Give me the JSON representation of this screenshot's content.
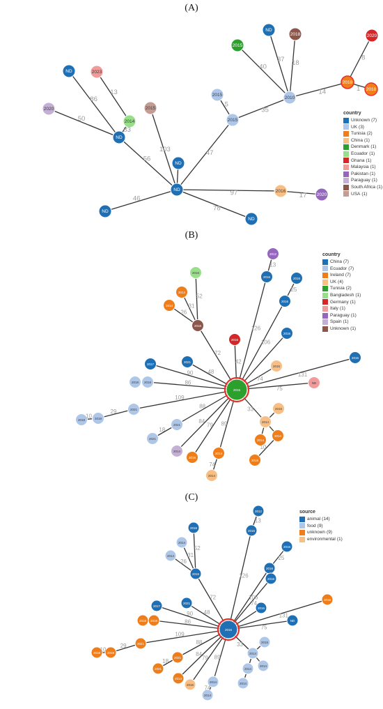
{
  "panels": [
    {
      "id": "A",
      "label": "(A)",
      "legend": {
        "title": "country",
        "items": [
          {
            "name": "Unknown",
            "count": "(7)",
            "color": "#1f6fb4"
          },
          {
            "name": "UK",
            "count": "(3)",
            "color": "#aec7e8"
          },
          {
            "name": "Tunisia",
            "count": "(2)",
            "color": "#ee7d1a"
          },
          {
            "name": "China",
            "count": "(1)",
            "color": "#f7bf85"
          },
          {
            "name": "Denmark",
            "count": "(1)",
            "color": "#2ca02c"
          },
          {
            "name": "Ecuador",
            "count": "(1)",
            "color": "#98df8a"
          },
          {
            "name": "Ghana",
            "count": "(1)",
            "color": "#d62728"
          },
          {
            "name": "Malaysia",
            "count": "(1)",
            "color": "#f29a9a"
          },
          {
            "name": "Pakistan",
            "count": "(1)",
            "color": "#9467bd"
          },
          {
            "name": "Paraguay",
            "count": "(1)",
            "color": "#c5b0d5"
          },
          {
            "name": "South Africa",
            "count": "(1)",
            "color": "#8c564b"
          },
          {
            "name": "USA",
            "count": "(1)",
            "color": "#c49c94"
          }
        ]
      },
      "nodes": [
        {
          "id": "a1",
          "label": "ND",
          "color": "#1f6fb4"
        },
        {
          "id": "a2",
          "label": "ND",
          "color": "#1f6fb4"
        },
        {
          "id": "a3",
          "label": "2014",
          "color": "#98df8a"
        },
        {
          "id": "a4",
          "label": "ND",
          "color": "#1f6fb4"
        },
        {
          "id": "a5",
          "label": "2023",
          "color": "#f29a9a"
        },
        {
          "id": "a6",
          "label": "2020",
          "color": "#c5b0d5"
        },
        {
          "id": "a7",
          "label": "2015",
          "color": "#c49c94"
        },
        {
          "id": "a8",
          "label": "ND",
          "color": "#1f6fb4"
        },
        {
          "id": "a9",
          "label": "2015",
          "color": "#aec7e8"
        },
        {
          "id": "a10",
          "label": "2015",
          "color": "#aec7e8"
        },
        {
          "id": "a11",
          "label": "2010",
          "color": "#aec7e8"
        },
        {
          "id": "a12",
          "label": "2015",
          "color": "#2ca02c"
        },
        {
          "id": "a13",
          "label": "ND",
          "color": "#1f6fb4"
        },
        {
          "id": "a14",
          "label": "2018",
          "color": "#8c564b"
        },
        {
          "id": "a15",
          "label": "2018",
          "color": "#ee7d1a"
        },
        {
          "id": "a16",
          "label": "2020",
          "color": "#d62728"
        },
        {
          "id": "a17",
          "label": "2018",
          "color": "#ee7d1a"
        },
        {
          "id": "a18",
          "label": "2016",
          "color": "#f7bf85"
        },
        {
          "id": "a19",
          "label": "2020",
          "color": "#9467bd"
        },
        {
          "id": "a20",
          "label": "ND",
          "color": "#1f6fb4"
        },
        {
          "id": "a21",
          "label": "ND",
          "color": "#1f6fb4"
        }
      ],
      "edges": [
        {
          "from": "a1",
          "to": "a2",
          "label": "56"
        },
        {
          "from": "a2",
          "to": "a3",
          "label": "83"
        },
        {
          "from": "a3",
          "to": "a5",
          "label": "13"
        },
        {
          "from": "a2",
          "to": "a4",
          "label": "86"
        },
        {
          "from": "a2",
          "to": "a6",
          "label": "50"
        },
        {
          "from": "a1",
          "to": "a7",
          "label": "103"
        },
        {
          "from": "a1",
          "to": "a8",
          "label": ""
        },
        {
          "from": "a1",
          "to": "a10",
          "label": "47"
        },
        {
          "from": "a10",
          "to": "a9",
          "label": "5"
        },
        {
          "from": "a10",
          "to": "a11",
          "label": "35"
        },
        {
          "from": "a11",
          "to": "a12",
          "label": "40"
        },
        {
          "from": "a11",
          "to": "a13",
          "label": "37"
        },
        {
          "from": "a11",
          "to": "a14",
          "label": "18"
        },
        {
          "from": "a11",
          "to": "a15",
          "label": "14"
        },
        {
          "from": "a15",
          "to": "a16",
          "label": "8"
        },
        {
          "from": "a15",
          "to": "a17",
          "label": "1"
        },
        {
          "from": "a1",
          "to": "a18",
          "label": "97"
        },
        {
          "from": "a18",
          "to": "a19",
          "label": "17"
        },
        {
          "from": "a1",
          "to": "a20",
          "label": "78"
        },
        {
          "from": "a1",
          "to": "a21",
          "label": "46"
        }
      ]
    },
    {
      "id": "B",
      "label": "(B)",
      "legend": {
        "title": "country",
        "items": [
          {
            "name": "China",
            "count": "(7)",
            "color": "#1f6fb4"
          },
          {
            "name": "Ecuador",
            "count": "(7)",
            "color": "#aec7e8"
          },
          {
            "name": "Ireland",
            "count": "(7)",
            "color": "#ee7d1a"
          },
          {
            "name": "UK",
            "count": "(4)",
            "color": "#f7bf85"
          },
          {
            "name": "Tunisia",
            "count": "(2)",
            "color": "#2ca02c"
          },
          {
            "name": "Bangladesh",
            "count": "(1)",
            "color": "#98df8a"
          },
          {
            "name": "Germany",
            "count": "(1)",
            "color": "#d62728"
          },
          {
            "name": "Italy",
            "count": "(1)",
            "color": "#f29a9a"
          },
          {
            "name": "Paraguay",
            "count": "(1)",
            "color": "#9467bd"
          },
          {
            "name": "Spain",
            "count": "(1)",
            "color": "#c5b0d5"
          },
          {
            "name": "Unknown",
            "count": "(1)",
            "color": "#8c564b"
          }
        ]
      },
      "nodes": [
        {
          "id": "b0",
          "label": "2016",
          "color": "#2ca02c"
        },
        {
          "id": "b1",
          "label": "2016",
          "color": "#98df8a"
        },
        {
          "id": "b2",
          "label": "2014",
          "color": "#ee7d1a"
        },
        {
          "id": "b3",
          "label": "2014",
          "color": "#ee7d1a"
        },
        {
          "id": "b4",
          "label": "2016",
          "color": "#8c564b"
        },
        {
          "id": "b5",
          "label": "2012",
          "color": "#9467bd"
        },
        {
          "id": "b6",
          "label": "2016",
          "color": "#1f6fb4"
        },
        {
          "id": "b7",
          "label": "2016",
          "color": "#1f6fb4"
        },
        {
          "id": "b8",
          "label": "2016",
          "color": "#1f6fb4"
        },
        {
          "id": "b9",
          "label": "2016",
          "color": "#1f6fb4"
        },
        {
          "id": "b10",
          "label": "2016",
          "color": "#d62728"
        },
        {
          "id": "b11",
          "label": "2015",
          "color": "#f7bf85"
        },
        {
          "id": "b12",
          "label": "2016",
          "color": "#1f6fb4"
        },
        {
          "id": "b13",
          "label": "ND",
          "color": "#f29a9a"
        },
        {
          "id": "b14",
          "label": "2017",
          "color": "#1f6fb4"
        },
        {
          "id": "b15",
          "label": "2021",
          "color": "#1f6fb4"
        },
        {
          "id": "b16",
          "label": "2018",
          "color": "#aec7e8"
        },
        {
          "id": "b17",
          "label": "2018",
          "color": "#aec7e8"
        },
        {
          "id": "b18",
          "label": "2021",
          "color": "#aec7e8"
        },
        {
          "id": "b19",
          "label": "2018",
          "color": "#aec7e8"
        },
        {
          "id": "b20",
          "label": "2018",
          "color": "#aec7e8"
        },
        {
          "id": "b21",
          "label": "2021",
          "color": "#aec7e8"
        },
        {
          "id": "b22",
          "label": "2021",
          "color": "#aec7e8"
        },
        {
          "id": "b23",
          "label": "2014",
          "color": "#c5b0d5"
        },
        {
          "id": "b24",
          "label": "2016",
          "color": "#ee7d1a"
        },
        {
          "id": "b25",
          "label": "2014",
          "color": "#ee7d1a"
        },
        {
          "id": "b26",
          "label": "2014",
          "color": "#f7bf85"
        },
        {
          "id": "b27",
          "label": "2014",
          "color": "#f7bf85"
        },
        {
          "id": "b28",
          "label": "2015",
          "color": "#f7bf85"
        },
        {
          "id": "b29",
          "label": "2014",
          "color": "#ee7d1a"
        },
        {
          "id": "b30",
          "label": "2014",
          "color": "#ee7d1a"
        },
        {
          "id": "b31",
          "label": "2016",
          "color": "#ee7d1a"
        }
      ],
      "edges": [
        {
          "from": "b0",
          "to": "b4",
          "label": "72"
        },
        {
          "from": "b4",
          "to": "b1",
          "label": "52"
        },
        {
          "from": "b4",
          "to": "b2",
          "label": "31"
        },
        {
          "from": "b4",
          "to": "b3",
          "label": "26"
        },
        {
          "from": "b0",
          "to": "b6",
          "label": "126"
        },
        {
          "from": "b6",
          "to": "b5",
          "label": "13"
        },
        {
          "from": "b0",
          "to": "b8",
          "label": "106"
        },
        {
          "from": "b8",
          "to": "b7",
          "label": "25"
        },
        {
          "from": "b0",
          "to": "b10",
          "label": "42"
        },
        {
          "from": "b0",
          "to": "b9",
          "label": ""
        },
        {
          "from": "b0",
          "to": "b11",
          "label": "74"
        },
        {
          "from": "b0",
          "to": "b12",
          "label": "131"
        },
        {
          "from": "b0",
          "to": "b13",
          "label": "75"
        },
        {
          "from": "b0",
          "to": "b14",
          "label": "90"
        },
        {
          "from": "b0",
          "to": "b15",
          "label": "48"
        },
        {
          "from": "b0",
          "to": "b16",
          "label": "86"
        },
        {
          "from": "b16",
          "to": "b17",
          "label": ""
        },
        {
          "from": "b0",
          "to": "b18",
          "label": "109"
        },
        {
          "from": "b18",
          "to": "b19",
          "label": "29"
        },
        {
          "from": "b19",
          "to": "b20",
          "label": "10"
        },
        {
          "from": "b0",
          "to": "b21",
          "label": "88"
        },
        {
          "from": "b21",
          "to": "b22",
          "label": "18"
        },
        {
          "from": "b0",
          "to": "b23",
          "label": "84"
        },
        {
          "from": "b0",
          "to": "b24",
          "label": "79"
        },
        {
          "from": "b0",
          "to": "b25",
          "label": "89"
        },
        {
          "from": "b25",
          "to": "b26",
          "label": "74"
        },
        {
          "from": "b0",
          "to": "b27",
          "label": "33"
        },
        {
          "from": "b27",
          "to": "b28",
          "label": ""
        },
        {
          "from": "b27",
          "to": "b29",
          "label": ""
        },
        {
          "from": "b27",
          "to": "b30",
          "label": ""
        },
        {
          "from": "b29",
          "to": "b31",
          "label": "10"
        }
      ]
    },
    {
      "id": "C",
      "label": "(C)",
      "legend": {
        "title": "source",
        "items": [
          {
            "name": "animal",
            "count": "(14)",
            "color": "#1f6fb4"
          },
          {
            "name": "food",
            "count": "(9)",
            "color": "#aec7e8"
          },
          {
            "name": "unknown",
            "count": "(9)",
            "color": "#ee7d1a"
          },
          {
            "name": "environmental",
            "count": "(1)",
            "color": "#f7bf85"
          }
        ]
      },
      "nodes": [
        {
          "id": "c0",
          "label": "2016",
          "color": "#1f6fb4"
        },
        {
          "id": "c1",
          "label": "2016",
          "color": "#1f6fb4"
        },
        {
          "id": "c2",
          "label": "2014",
          "color": "#aec7e8"
        },
        {
          "id": "c3",
          "label": "2014",
          "color": "#aec7e8"
        },
        {
          "id": "c4",
          "label": "2016",
          "color": "#1f6fb4"
        },
        {
          "id": "c5",
          "label": "2012",
          "color": "#1f6fb4"
        },
        {
          "id": "c6",
          "label": "2016",
          "color": "#1f6fb4"
        },
        {
          "id": "c7",
          "label": "2016",
          "color": "#1f6fb4"
        },
        {
          "id": "c8",
          "label": "2016",
          "color": "#1f6fb4"
        },
        {
          "id": "c9",
          "label": "2016",
          "color": "#1f6fb4"
        },
        {
          "id": "c10",
          "label": "2016",
          "color": "#1f6fb4"
        },
        {
          "id": "c11",
          "label": "2016",
          "color": "#ee7d1a"
        },
        {
          "id": "c12",
          "label": "ND",
          "color": "#1f6fb4"
        },
        {
          "id": "c13",
          "label": "2017",
          "color": "#1f6fb4"
        },
        {
          "id": "c14",
          "label": "2021",
          "color": "#1f6fb4"
        },
        {
          "id": "c15",
          "label": "2018",
          "color": "#ee7d1a"
        },
        {
          "id": "c16",
          "label": "2018",
          "color": "#ee7d1a"
        },
        {
          "id": "c17",
          "label": "2021",
          "color": "#ee7d1a"
        },
        {
          "id": "c18",
          "label": "2018",
          "color": "#ee7d1a"
        },
        {
          "id": "c19",
          "label": "2018",
          "color": "#ee7d1a"
        },
        {
          "id": "c20",
          "label": "2021",
          "color": "#ee7d1a"
        },
        {
          "id": "c21",
          "label": "2021",
          "color": "#ee7d1a"
        },
        {
          "id": "c22",
          "label": "2014",
          "color": "#ee7d1a"
        },
        {
          "id": "c23",
          "label": "2016",
          "color": "#f7bf85"
        },
        {
          "id": "c24",
          "label": "2014",
          "color": "#aec7e8"
        },
        {
          "id": "c25",
          "label": "2014",
          "color": "#aec7e8"
        },
        {
          "id": "c26",
          "label": "2014",
          "color": "#aec7e8"
        },
        {
          "id": "c27",
          "label": "2015",
          "color": "#aec7e8"
        },
        {
          "id": "c28",
          "label": "2014",
          "color": "#aec7e8"
        },
        {
          "id": "c29",
          "label": "2014",
          "color": "#aec7e8"
        },
        {
          "id": "c30",
          "label": "2014",
          "color": "#aec7e8"
        }
      ],
      "edges": [
        {
          "from": "c0",
          "to": "c4",
          "label": "72"
        },
        {
          "from": "c4",
          "to": "c1",
          "label": "52"
        },
        {
          "from": "c4",
          "to": "c2",
          "label": "31"
        },
        {
          "from": "c4",
          "to": "c3",
          "label": "26"
        },
        {
          "from": "c0",
          "to": "c6",
          "label": "126"
        },
        {
          "from": "c6",
          "to": "c5",
          "label": "13"
        },
        {
          "from": "c0",
          "to": "c7",
          "label": "106"
        },
        {
          "from": "c7",
          "to": "c8",
          "label": "25"
        },
        {
          "from": "c0",
          "to": "c9",
          "label": ""
        },
        {
          "from": "c0",
          "to": "c10",
          "label": "74"
        },
        {
          "from": "c0",
          "to": "c11",
          "label": "131"
        },
        {
          "from": "c0",
          "to": "c12",
          "label": "75"
        },
        {
          "from": "c0",
          "to": "c13",
          "label": "90"
        },
        {
          "from": "c0",
          "to": "c14",
          "label": "48"
        },
        {
          "from": "c0",
          "to": "c15",
          "label": "86"
        },
        {
          "from": "c15",
          "to": "c16",
          "label": ""
        },
        {
          "from": "c0",
          "to": "c17",
          "label": "109"
        },
        {
          "from": "c17",
          "to": "c18",
          "label": "29"
        },
        {
          "from": "c18",
          "to": "c19",
          "label": "10"
        },
        {
          "from": "c0",
          "to": "c20",
          "label": "88"
        },
        {
          "from": "c20",
          "to": "c21",
          "label": "18"
        },
        {
          "from": "c0",
          "to": "c22",
          "label": "84"
        },
        {
          "from": "c0",
          "to": "c23",
          "label": "79"
        },
        {
          "from": "c0",
          "to": "c24",
          "label": "89"
        },
        {
          "from": "c24",
          "to": "c25",
          "label": "74"
        },
        {
          "from": "c0",
          "to": "c26",
          "label": "33"
        },
        {
          "from": "c26",
          "to": "c27",
          "label": ""
        },
        {
          "from": "c26",
          "to": "c28",
          "label": ""
        },
        {
          "from": "c26",
          "to": "c29",
          "label": ""
        },
        {
          "from": "c28",
          "to": "c30",
          "label": ""
        }
      ]
    }
  ]
}
